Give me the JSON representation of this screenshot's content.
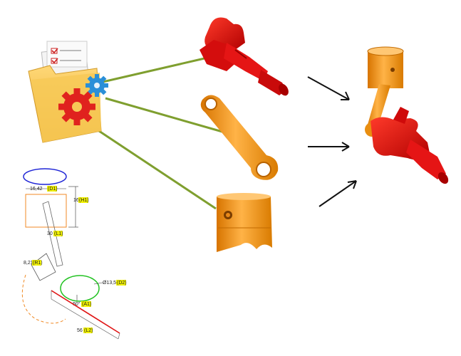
{
  "colors": {
    "connector": "#7f9f2f",
    "arrow": "#111111",
    "crank_red": "#e10a0a",
    "crank_dark": "#a80000",
    "orange": "#f39a18",
    "orange_dark": "#c56a00",
    "folder": "#f5c34b",
    "gear_red": "#e0221e",
    "gear_blue": "#2a8fd8",
    "sketch_blue": "#1f25d6",
    "sketch_orange": "#f08a24",
    "sketch_green": "#22c222",
    "sketch_red": "#e01515",
    "param_highlight": "#f2f200"
  },
  "icons": {
    "folder": "folder-gears-icon",
    "crankshaft": "crankshaft-part",
    "connecting_rod": "connecting-rod-part",
    "piston": "piston-part",
    "assembly": "piston-assembly"
  },
  "sketch": {
    "dim_d1": "16,42",
    "param_d1": "(D1)",
    "dim_h1": "16",
    "param_h1": "(H1)",
    "dim_l1": "30",
    "param_l1": "(L1)",
    "dim_r1": "8,21",
    "param_r1": "(R1)",
    "dim_d2": "Ø13,5",
    "param_d2": "(D2)",
    "dim_a1": "60°",
    "param_a1": "(A1)",
    "dim_l2": "56",
    "param_l2": "(L2)"
  }
}
